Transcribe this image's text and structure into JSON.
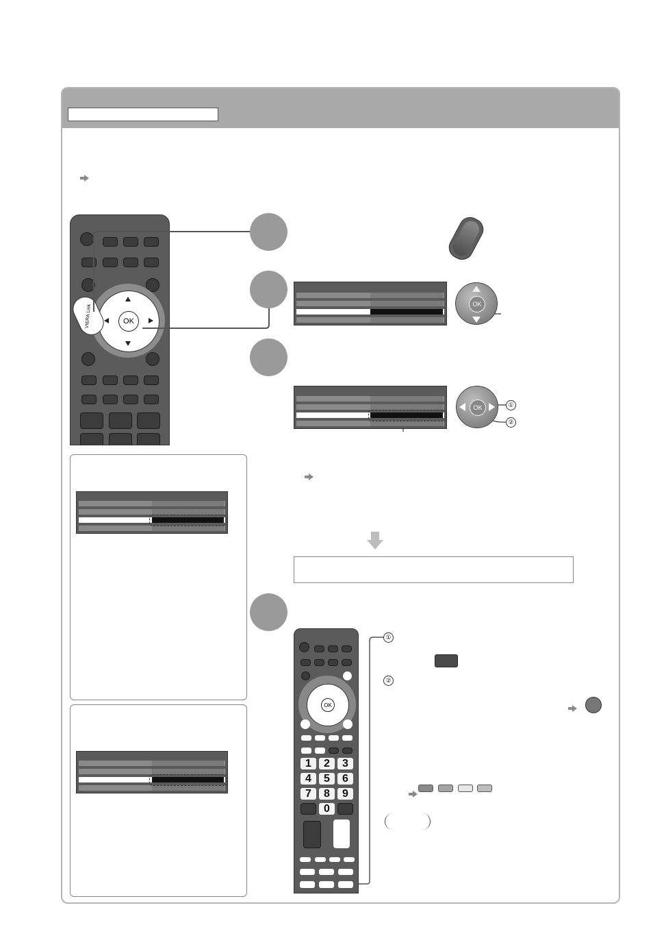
{
  "header": {
    "title": ""
  },
  "steps": [
    "",
    "",
    "",
    ""
  ],
  "icons": {
    "ref_arrow": "reference-arrow-icon",
    "viera_link_button": "viera-link-button-icon",
    "cursor_pad": "cursor-pad-ok-icon",
    "remote": "remote-control-icon",
    "flow_arrow": "down-flow-arrow-icon"
  },
  "remote": {
    "viera_label": "VIERA Link",
    "ok_label": "OK",
    "numbers": [
      "1",
      "2",
      "3",
      "4",
      "5",
      "6",
      "7",
      "8",
      "9",
      "0"
    ]
  },
  "callouts": {
    "one": "①",
    "two": "②"
  },
  "highlight_box": {
    "text": ""
  },
  "colors": {
    "band": "#a9a9a9",
    "step": "#9a9a9a",
    "remote": "#5b5b5b",
    "accent_ring": "#8a8a8a"
  }
}
